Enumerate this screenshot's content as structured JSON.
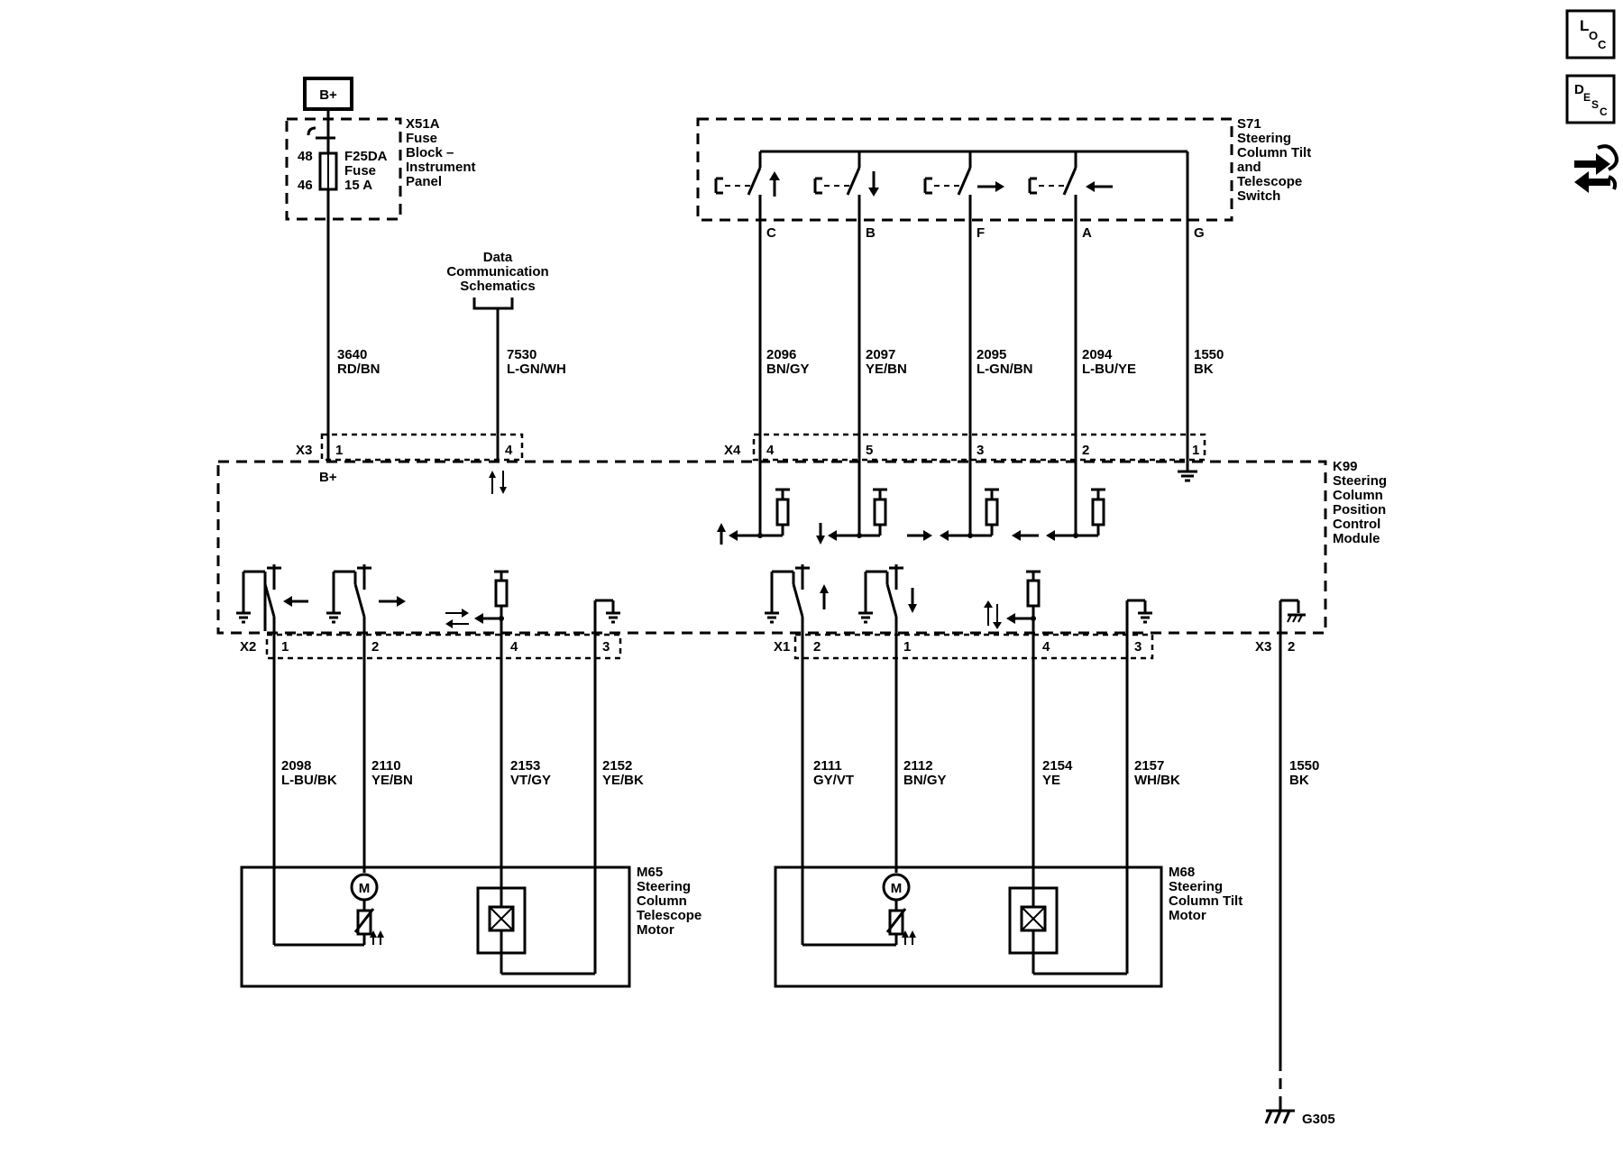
{
  "supply": {
    "bplus": "B+"
  },
  "x51a": {
    "id": "X51A",
    "line1": "Fuse",
    "line2": "Block –",
    "line3": "Instrument",
    "line4": "Panel"
  },
  "fuse": {
    "id": "F25DA",
    "type": "Fuse",
    "rating": "15 A",
    "pin_top": "48",
    "pin_bottom": "46"
  },
  "dcs": {
    "line1": "Data",
    "line2": "Communication",
    "line3": "Schematics"
  },
  "s71": {
    "id": "S71",
    "line1": "Steering",
    "line2": "Column Tilt",
    "line3": "and",
    "line4": "Telescope",
    "line5": "Switch"
  },
  "s71_pins": [
    "C",
    "B",
    "F",
    "A",
    "G"
  ],
  "wires_top": [
    {
      "circuit": "3640",
      "color": "RD/BN"
    },
    {
      "circuit": "7530",
      "color": "L-GN/WH"
    },
    {
      "circuit": "2096",
      "color": "BN/GY"
    },
    {
      "circuit": "2097",
      "color": "YE/BN"
    },
    {
      "circuit": "2095",
      "color": "L-GN/BN"
    },
    {
      "circuit": "2094",
      "color": "L-BU/YE"
    },
    {
      "circuit": "1550",
      "color": "BK"
    }
  ],
  "x3_top": {
    "id": "X3",
    "pins": [
      "1",
      "4"
    ]
  },
  "x4": {
    "id": "X4",
    "pins": [
      "4",
      "5",
      "3",
      "2",
      "1"
    ]
  },
  "k99": {
    "id": "K99",
    "line1": "Steering",
    "line2": "Column",
    "line3": "Position",
    "line4": "Control",
    "line5": "Module",
    "bplus": "B+"
  },
  "x2": {
    "id": "X2",
    "pins": [
      "1",
      "2",
      "4",
      "3"
    ]
  },
  "x1": {
    "id": "X1",
    "pins": [
      "2",
      "1",
      "4",
      "3"
    ]
  },
  "x3_bottom": {
    "id": "X3",
    "pin": "2"
  },
  "wires_bottom": [
    {
      "circuit": "2098",
      "color": "L-BU/BK"
    },
    {
      "circuit": "2110",
      "color": "YE/BN"
    },
    {
      "circuit": "2153",
      "color": "VT/GY"
    },
    {
      "circuit": "2152",
      "color": "YE/BK"
    },
    {
      "circuit": "2111",
      "color": "GY/VT"
    },
    {
      "circuit": "2112",
      "color": "BN/GY"
    },
    {
      "circuit": "2154",
      "color": "YE"
    },
    {
      "circuit": "2157",
      "color": "WH/BK"
    },
    {
      "circuit": "1550",
      "color": "BK"
    }
  ],
  "m65": {
    "id": "M65",
    "line1": "Steering",
    "line2": "Column",
    "line3": "Telescope",
    "line4": "Motor",
    "motor_symbol": "M"
  },
  "m68": {
    "id": "M68",
    "line1": "Steering",
    "line2": "Column Tilt",
    "line3": "Motor",
    "motor_symbol": "M"
  },
  "ground": {
    "id": "G305"
  },
  "nav": {
    "loc": {
      "big": "L",
      "mid": "O",
      "small": "C"
    },
    "desc": {
      "big": "D",
      "mid": "E",
      "m2": "S",
      "small": "C"
    },
    "icon": "connector-swap-icon"
  }
}
